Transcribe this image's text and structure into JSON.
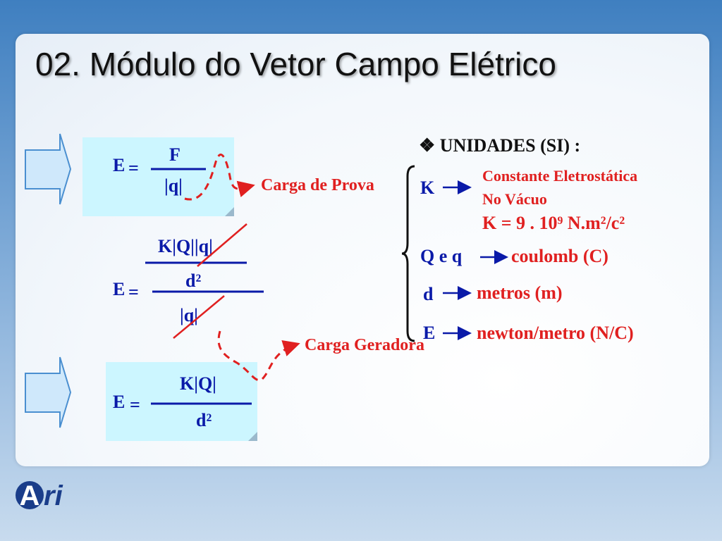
{
  "title": "02. Módulo do Vetor Campo Elétrico",
  "formula1": {
    "E": "E",
    "eq": "=",
    "num": "F",
    "den": "|q|"
  },
  "formula2": {
    "E": "E",
    "eq": "=",
    "num": "K|Q||q|",
    "mid": "d²",
    "den": "|q|"
  },
  "formula3": {
    "E": "E",
    "eq": "=",
    "num": "K|Q|",
    "den": "d²"
  },
  "labels": {
    "carga_prova": "Carga de Prova",
    "carga_geradora": "Carga Geradora"
  },
  "units": {
    "heading": "❖ UNIDADES (SI) :",
    "items": [
      {
        "symbol": "K",
        "desc_line1": "Constante Eletrostática",
        "desc_line2": "No Vácuo",
        "extra": "K = 9 . 10⁹ N.m²/c²"
      },
      {
        "symbol": "Q e q",
        "desc": "coulomb (C)"
      },
      {
        "symbol": "d",
        "desc": "metros (m)"
      },
      {
        "symbol": "E",
        "desc": "newton/metro (N/C)"
      }
    ]
  },
  "logo": {
    "letter": "A",
    "rest": "ri"
  },
  "colors": {
    "accent_red": "#e02020",
    "formula_blue": "#0a1aa8",
    "box_bg": "#ccf6ff",
    "arrow_fill": "#cfe8fb"
  }
}
